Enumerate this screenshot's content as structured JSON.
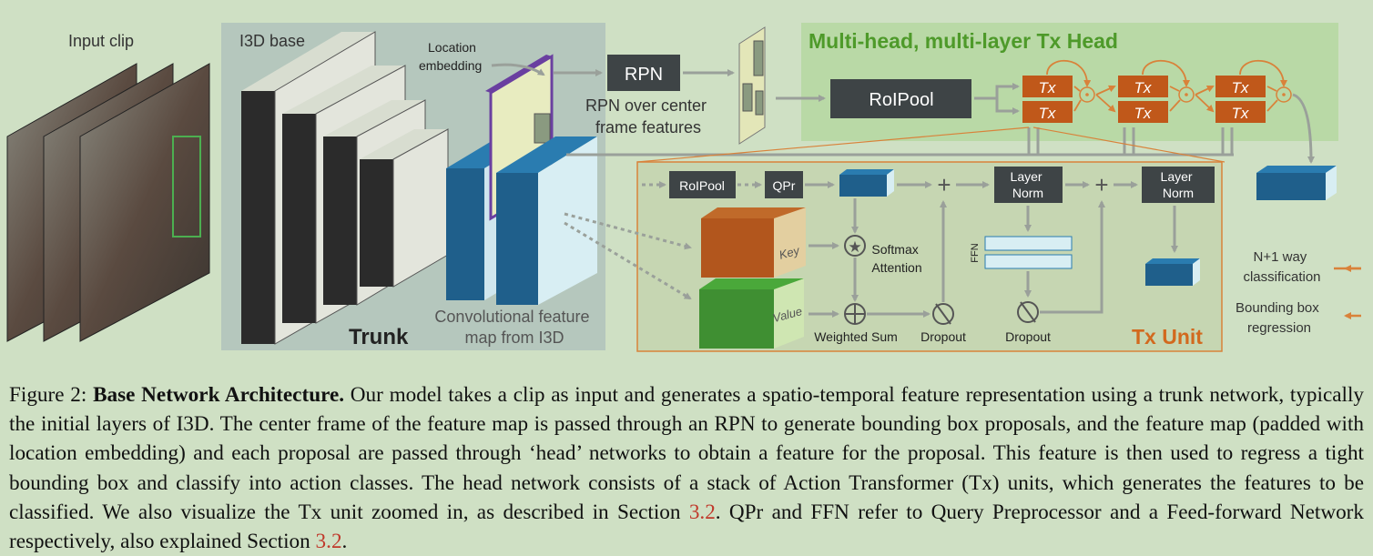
{
  "figure": {
    "input_clip_label": "Input clip",
    "i3d_base_label": "I3D base",
    "trunk_label": "Trunk",
    "location_embedding_label": [
      "Location",
      "embedding"
    ],
    "conv_feature_label": [
      "Convolutional feature",
      "map from I3D"
    ],
    "rpn_label": "RPN",
    "rpn_desc": [
      "RPN over center",
      "frame features"
    ],
    "head_title": "Multi-head, multi-layer Tx Head",
    "roipool_label": "RoIPool",
    "tx_label": "Tx",
    "tx_unit": {
      "title": "Tx Unit",
      "roipool_label": "RoIPool",
      "qpr_label": "QPr",
      "layernorm_label": [
        "Layer",
        "Norm"
      ],
      "key_label": "Key",
      "value_label": "Value",
      "softmax_label": [
        "Softmax",
        "Attention"
      ],
      "weighted_sum_label": "Weighted Sum",
      "dropout_label": "Dropout",
      "ffn_label": "FFN"
    },
    "classification_label": [
      "N+1 way",
      "classification"
    ],
    "bbox_label": [
      "Bounding box",
      "regression"
    ],
    "colors": {
      "head_title": "#4e9a2a",
      "tx_box": "#c0581a",
      "tx_unit_title": "#d2691e",
      "dark_box": "#3e4446",
      "blue_block": "#1f5f8b",
      "key_block": "#b2561d",
      "value_block": "#3f8f32"
    }
  },
  "caption": {
    "prefix": "Figure 2: ",
    "bold": "Base Network Architecture.",
    "text1": " Our model takes a clip as input and generates a spatio-temporal feature representation using a trunk network, typically the initial layers of I3D. The center frame of the feature map is passed through an RPN to generate bounding box proposals, and the feature map (padded with location embedding) and each proposal are passed through ‘head’ networks to obtain a feature for the proposal. This feature is then used to regress a tight bounding box and classify into action classes. The head network consists of a stack of Action Transformer (Tx) units, which generates the features to be classified. We also visualize the Tx unit zoomed in, as described in Section ",
    "ref1": "3.2",
    "text2": ". QPr and FFN refer to Query Preprocessor and a Feed-forward Network respectively, also explained Section ",
    "ref2": "3.2",
    "text3": "."
  }
}
